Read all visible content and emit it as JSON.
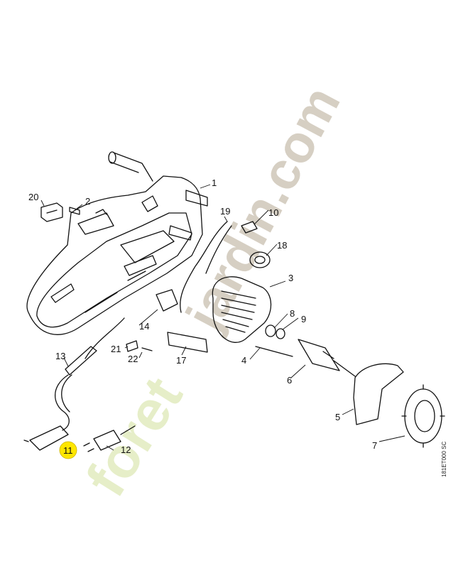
{
  "diagram": {
    "callouts": [
      {
        "id": "1",
        "label": "1"
      },
      {
        "id": "2",
        "label": "2"
      },
      {
        "id": "3",
        "label": "3"
      },
      {
        "id": "4",
        "label": "4"
      },
      {
        "id": "5",
        "label": "5"
      },
      {
        "id": "6",
        "label": "6"
      },
      {
        "id": "7",
        "label": "7"
      },
      {
        "id": "8",
        "label": "8"
      },
      {
        "id": "9",
        "label": "9"
      },
      {
        "id": "10",
        "label": "10"
      },
      {
        "id": "11",
        "label": "11",
        "highlighted": true
      },
      {
        "id": "12",
        "label": "12"
      },
      {
        "id": "13",
        "label": "13"
      },
      {
        "id": "14",
        "label": "14"
      },
      {
        "id": "17",
        "label": "17"
      },
      {
        "id": "18",
        "label": "18"
      },
      {
        "id": "19",
        "label": "19"
      },
      {
        "id": "20",
        "label": "20"
      },
      {
        "id": "21",
        "label": "21"
      },
      {
        "id": "22",
        "label": "22"
      }
    ],
    "drawing_code": "181ET000 SC",
    "highlight_color": "#ffe600"
  },
  "watermark": {
    "text_gray": "jardin.com",
    "text_green": "foret",
    "color_gray": "#cfc8bc",
    "color_green": "#e3ecc2"
  }
}
